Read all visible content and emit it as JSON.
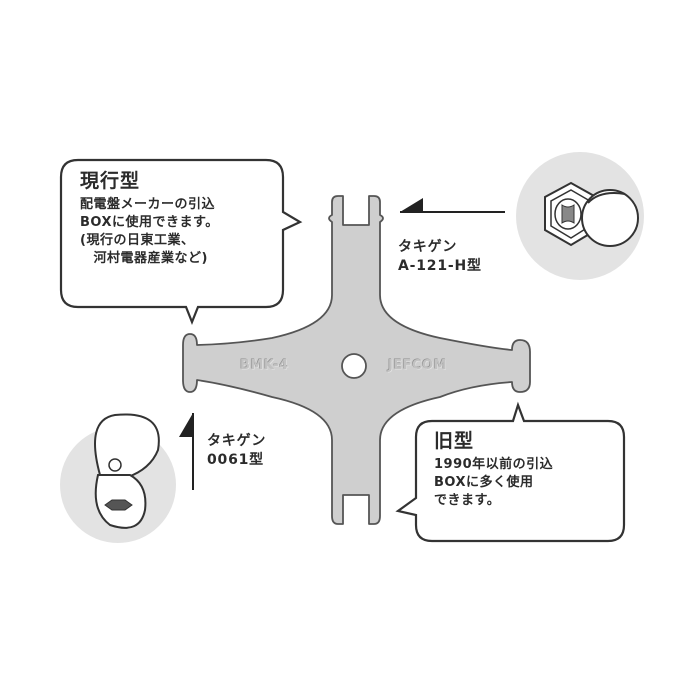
{
  "diagram": {
    "tool": {
      "engraving_left": "BMK-4",
      "engraving_right": "JEFCOM",
      "fill_color": "#cfcfcf",
      "outline_color": "#555555"
    },
    "callouts": {
      "current_type": {
        "title": "現行型",
        "lines": [
          "配電盤メーカーの引込",
          "BOXに使用できます。",
          "(現行の日東工業、",
          "　河村電器産業など)"
        ]
      },
      "old_type": {
        "title": "旧型",
        "lines": [
          "1990年以前の引込",
          "BOXに多く使用",
          "できます。"
        ]
      }
    },
    "lock_labels": {
      "top_right": {
        "line1": "タキゲン",
        "line2": "A-121-H型"
      },
      "bottom_left": {
        "line1": "タキゲン",
        "line2": "0061型"
      }
    },
    "colors": {
      "background": "#ffffff",
      "circle_bg": "#e3e3e3",
      "text": "#2b2b2b",
      "bubble_border": "#333333"
    }
  }
}
